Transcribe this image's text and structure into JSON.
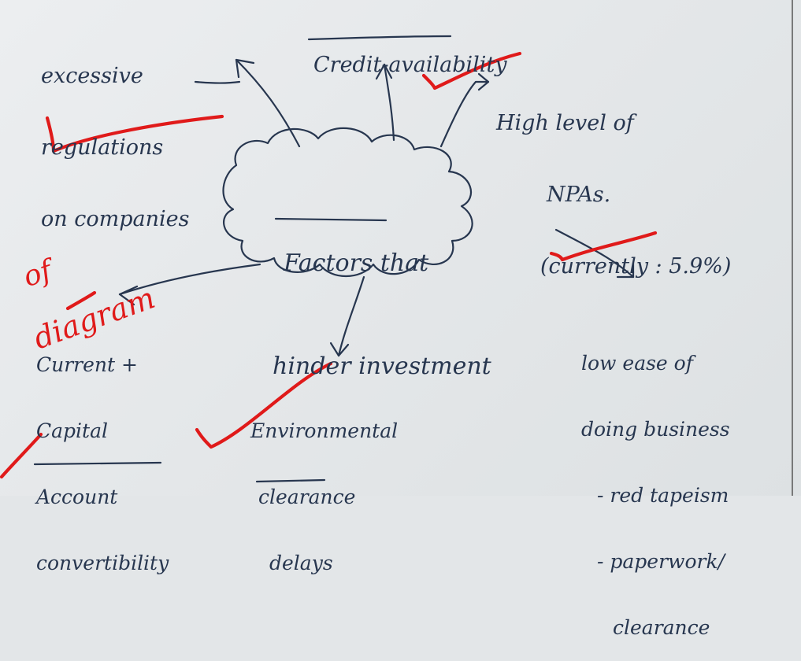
{
  "center": {
    "line1": "Factors that",
    "line2": "hinder investment"
  },
  "branches": {
    "top_left": {
      "lines": [
        "excessive",
        "regulations",
        "on companies"
      ]
    },
    "top": {
      "text": "Credit-availability"
    },
    "top_right": {
      "lines": [
        "High level of",
        "NPAs.",
        "(currently : 5.9%)"
      ]
    },
    "bottom_left": {
      "lines": [
        "Current +",
        "Capital",
        "Account",
        "convertibility"
      ]
    },
    "bottom": {
      "lines": [
        "Environmental",
        "clearance",
        "delays"
      ]
    },
    "bottom_right": {
      "lines": [
        "low ease of",
        "doing business",
        "- red tapeism",
        "- paperwork/",
        "clearance"
      ]
    }
  },
  "margin_note": {
    "lines": [
      "of",
      "diagram"
    ]
  },
  "colors": {
    "ink": "#27364f",
    "pen": "#e01a1a",
    "paper": "#e7e9eb"
  }
}
